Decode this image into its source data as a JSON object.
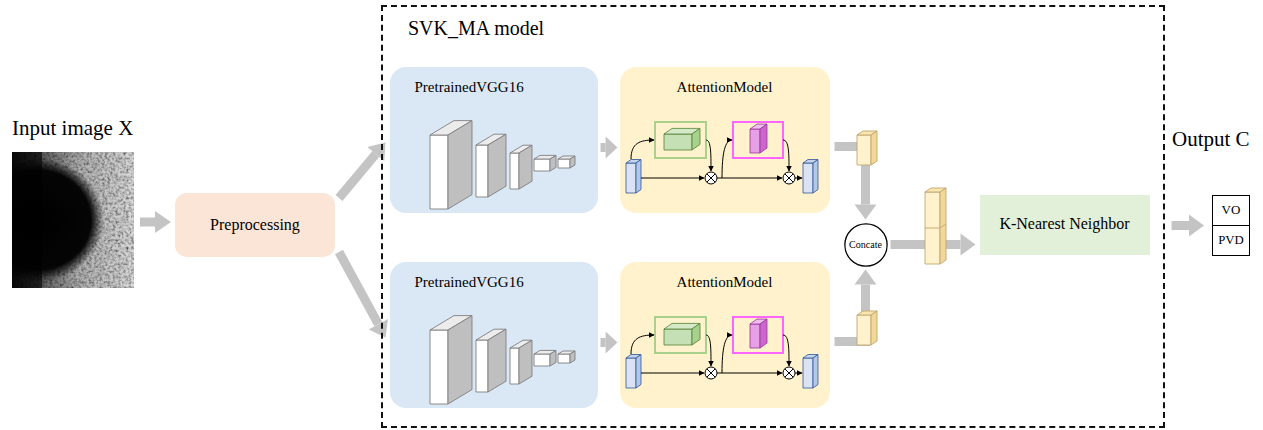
{
  "diagram": {
    "nodes": [
      {
        "text": [
          "Preprocessing"
        ]
      },
      {
        "text": [
          "SVK_MA model"
        ]
      },
      {
        "text": [
          "PretrainedVGG16"
        ],
        "in": 1
      },
      {
        "text": [
          "AttentionModel"
        ],
        "in": 1
      },
      {
        "text": [
          "PretrainedVGG16"
        ],
        "in": 1
      },
      {
        "text": [
          "AttentionModel"
        ],
        "in": 1
      },
      {
        "text": [
          "Concate"
        ],
        "in": 1
      },
      {
        "text": [
          "K-Nearest Neighbor"
        ],
        "in": 1
      },
      {
        "text": [
          "Output C"
        ]
      },
      {
        "text": [
          "VO"
        ],
        "in": 8
      },
      {
        "text": [
          "PVD"
        ],
        "in": 8
      }
    ],
    "edges": [
      {
        "from": 0,
        "to": 2,
        "arrow": "to"
      },
      {
        "from": 0,
        "to": 4,
        "arrow": "to"
      },
      {
        "from": 2,
        "to": 3,
        "arrow": "to"
      },
      {
        "from": 4,
        "to": 5,
        "arrow": "to"
      },
      {
        "from": 3,
        "to": 6,
        "arrow": "to"
      },
      {
        "from": 5,
        "to": 6,
        "arrow": "to"
      },
      {
        "from": 6,
        "to": 7,
        "arrow": "to"
      },
      {
        "from": 7,
        "to": 8,
        "arrow": "to"
      }
    ],
    "labels": [
      "Input image X"
    ]
  }
}
